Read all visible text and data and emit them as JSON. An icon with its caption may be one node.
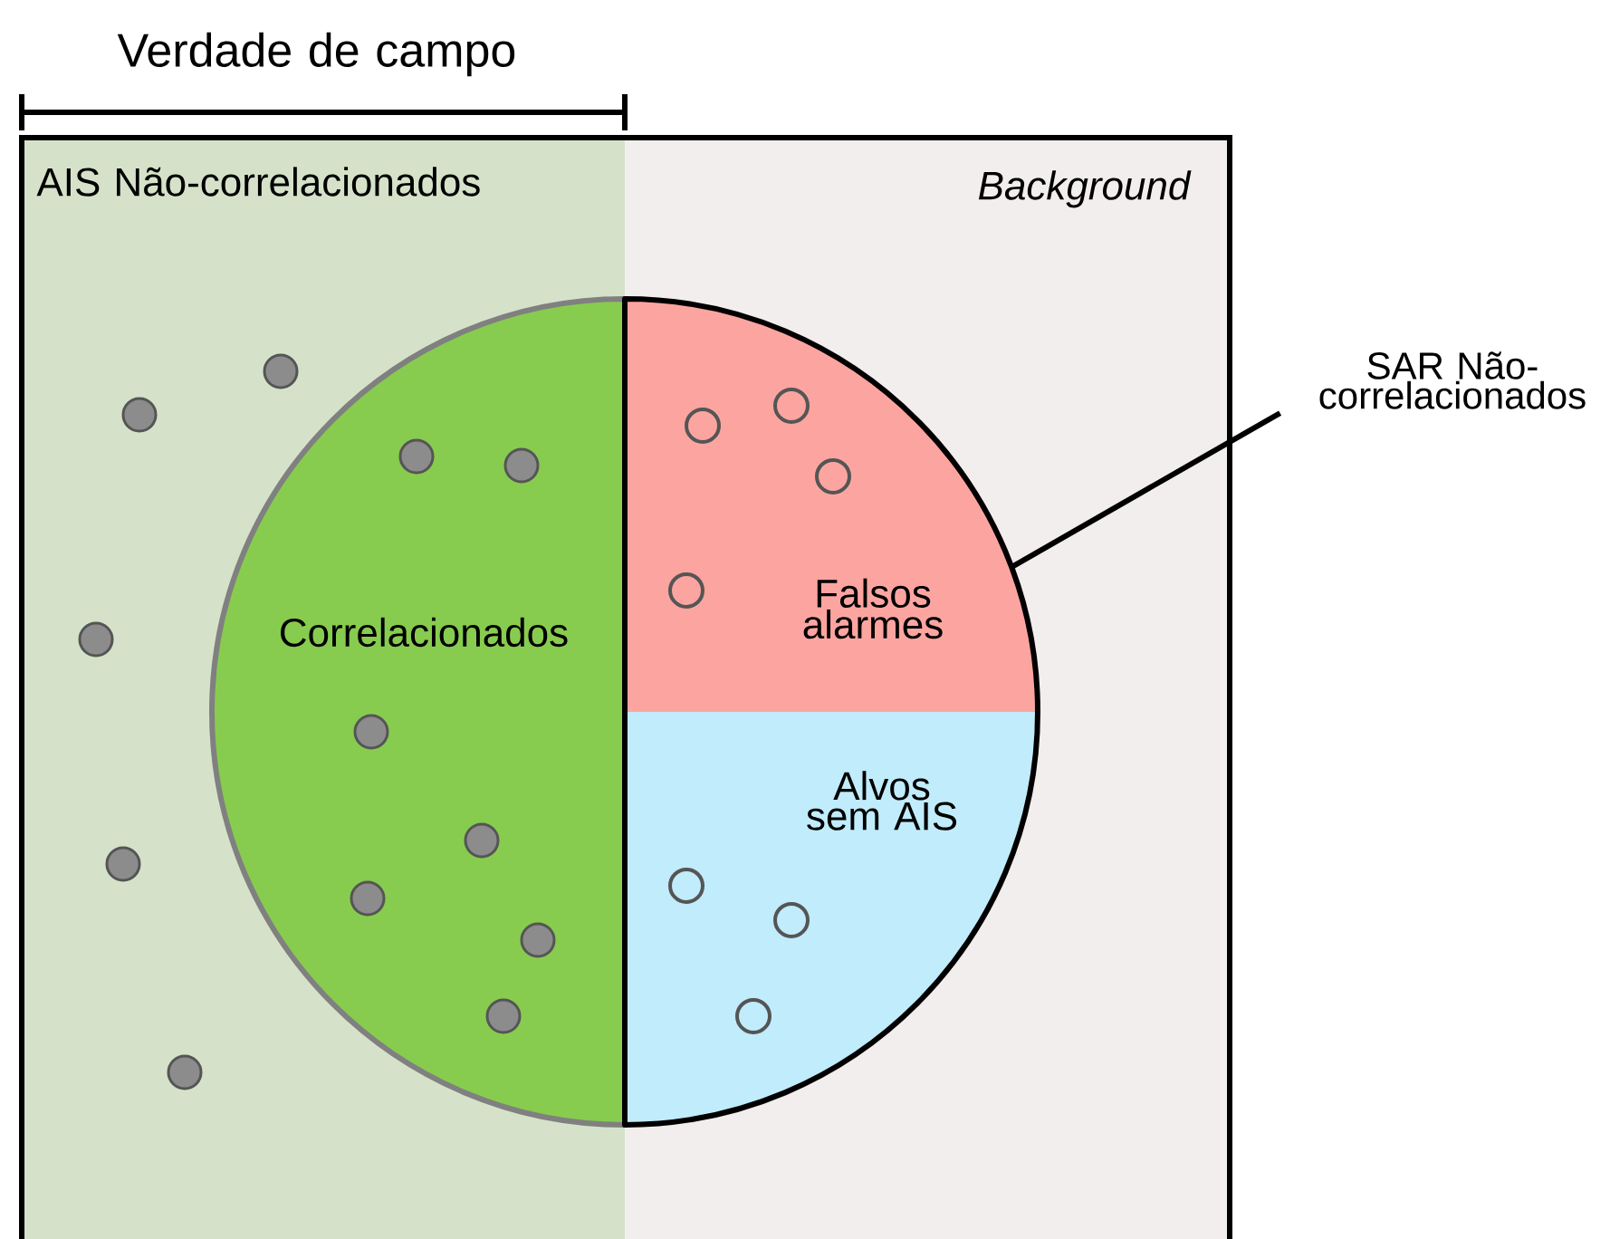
{
  "diagram": {
    "nodes": [
      {
        "text": [
          "AIS Não-correlacionados"
        ]
      },
      {
        "text": [
          "Background"
        ]
      },
      {
        "text": [
          "Correlacionados"
        ],
        "in": 0
      },
      {
        "text": [],
        "shape": "semicircle",
        "in": 1
      },
      {
        "text": [
          "Falsos alarmes"
        ],
        "in": 3
      },
      {
        "text": [
          "Alvos sem AIS"
        ],
        "in": 3
      },
      {
        "text": [
          "SAR Não-correlacionados"
        ]
      }
    ],
    "edges": [
      {
        "from": 6,
        "to": 3,
        "arrow": "none"
      }
    ],
    "labels": [
      "Verdade de campo"
    ]
  }
}
